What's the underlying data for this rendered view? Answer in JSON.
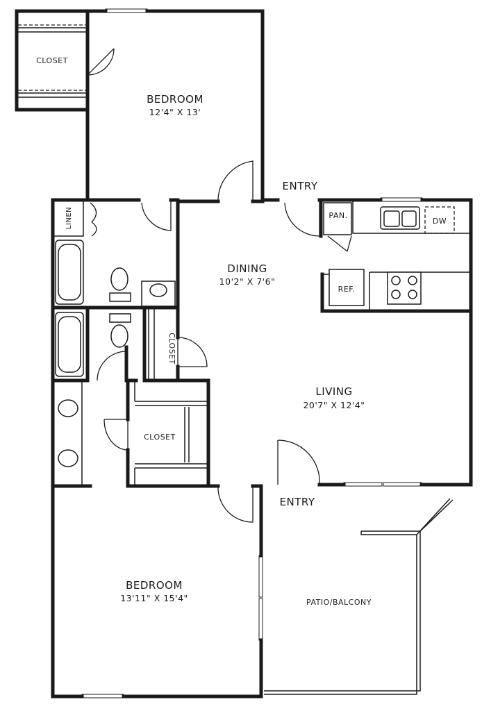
{
  "rooms": {
    "closet_top": "CLOSET",
    "bedroom_top_name": "BEDROOM",
    "bedroom_top_dim": "12'4\" X 13'",
    "entry_top": "ENTRY",
    "linen": "LINEN",
    "pantry": "PAN.",
    "dishwasher": "DW",
    "dining_name": "DINING",
    "dining_dim": "10'2\" X 7'6\"",
    "refrigerator": "REF.",
    "closet_hall": "CLOSET",
    "living_name": "LIVING",
    "living_dim": "20'7\" X 12'4\"",
    "closet_mid": "CLOSET",
    "entry_bottom": "ENTRY",
    "bedroom_bottom_name": "BEDROOM",
    "bedroom_bottom_dim": "13'11\" X 15'4\"",
    "patio": "PATIO/BALCONY"
  }
}
